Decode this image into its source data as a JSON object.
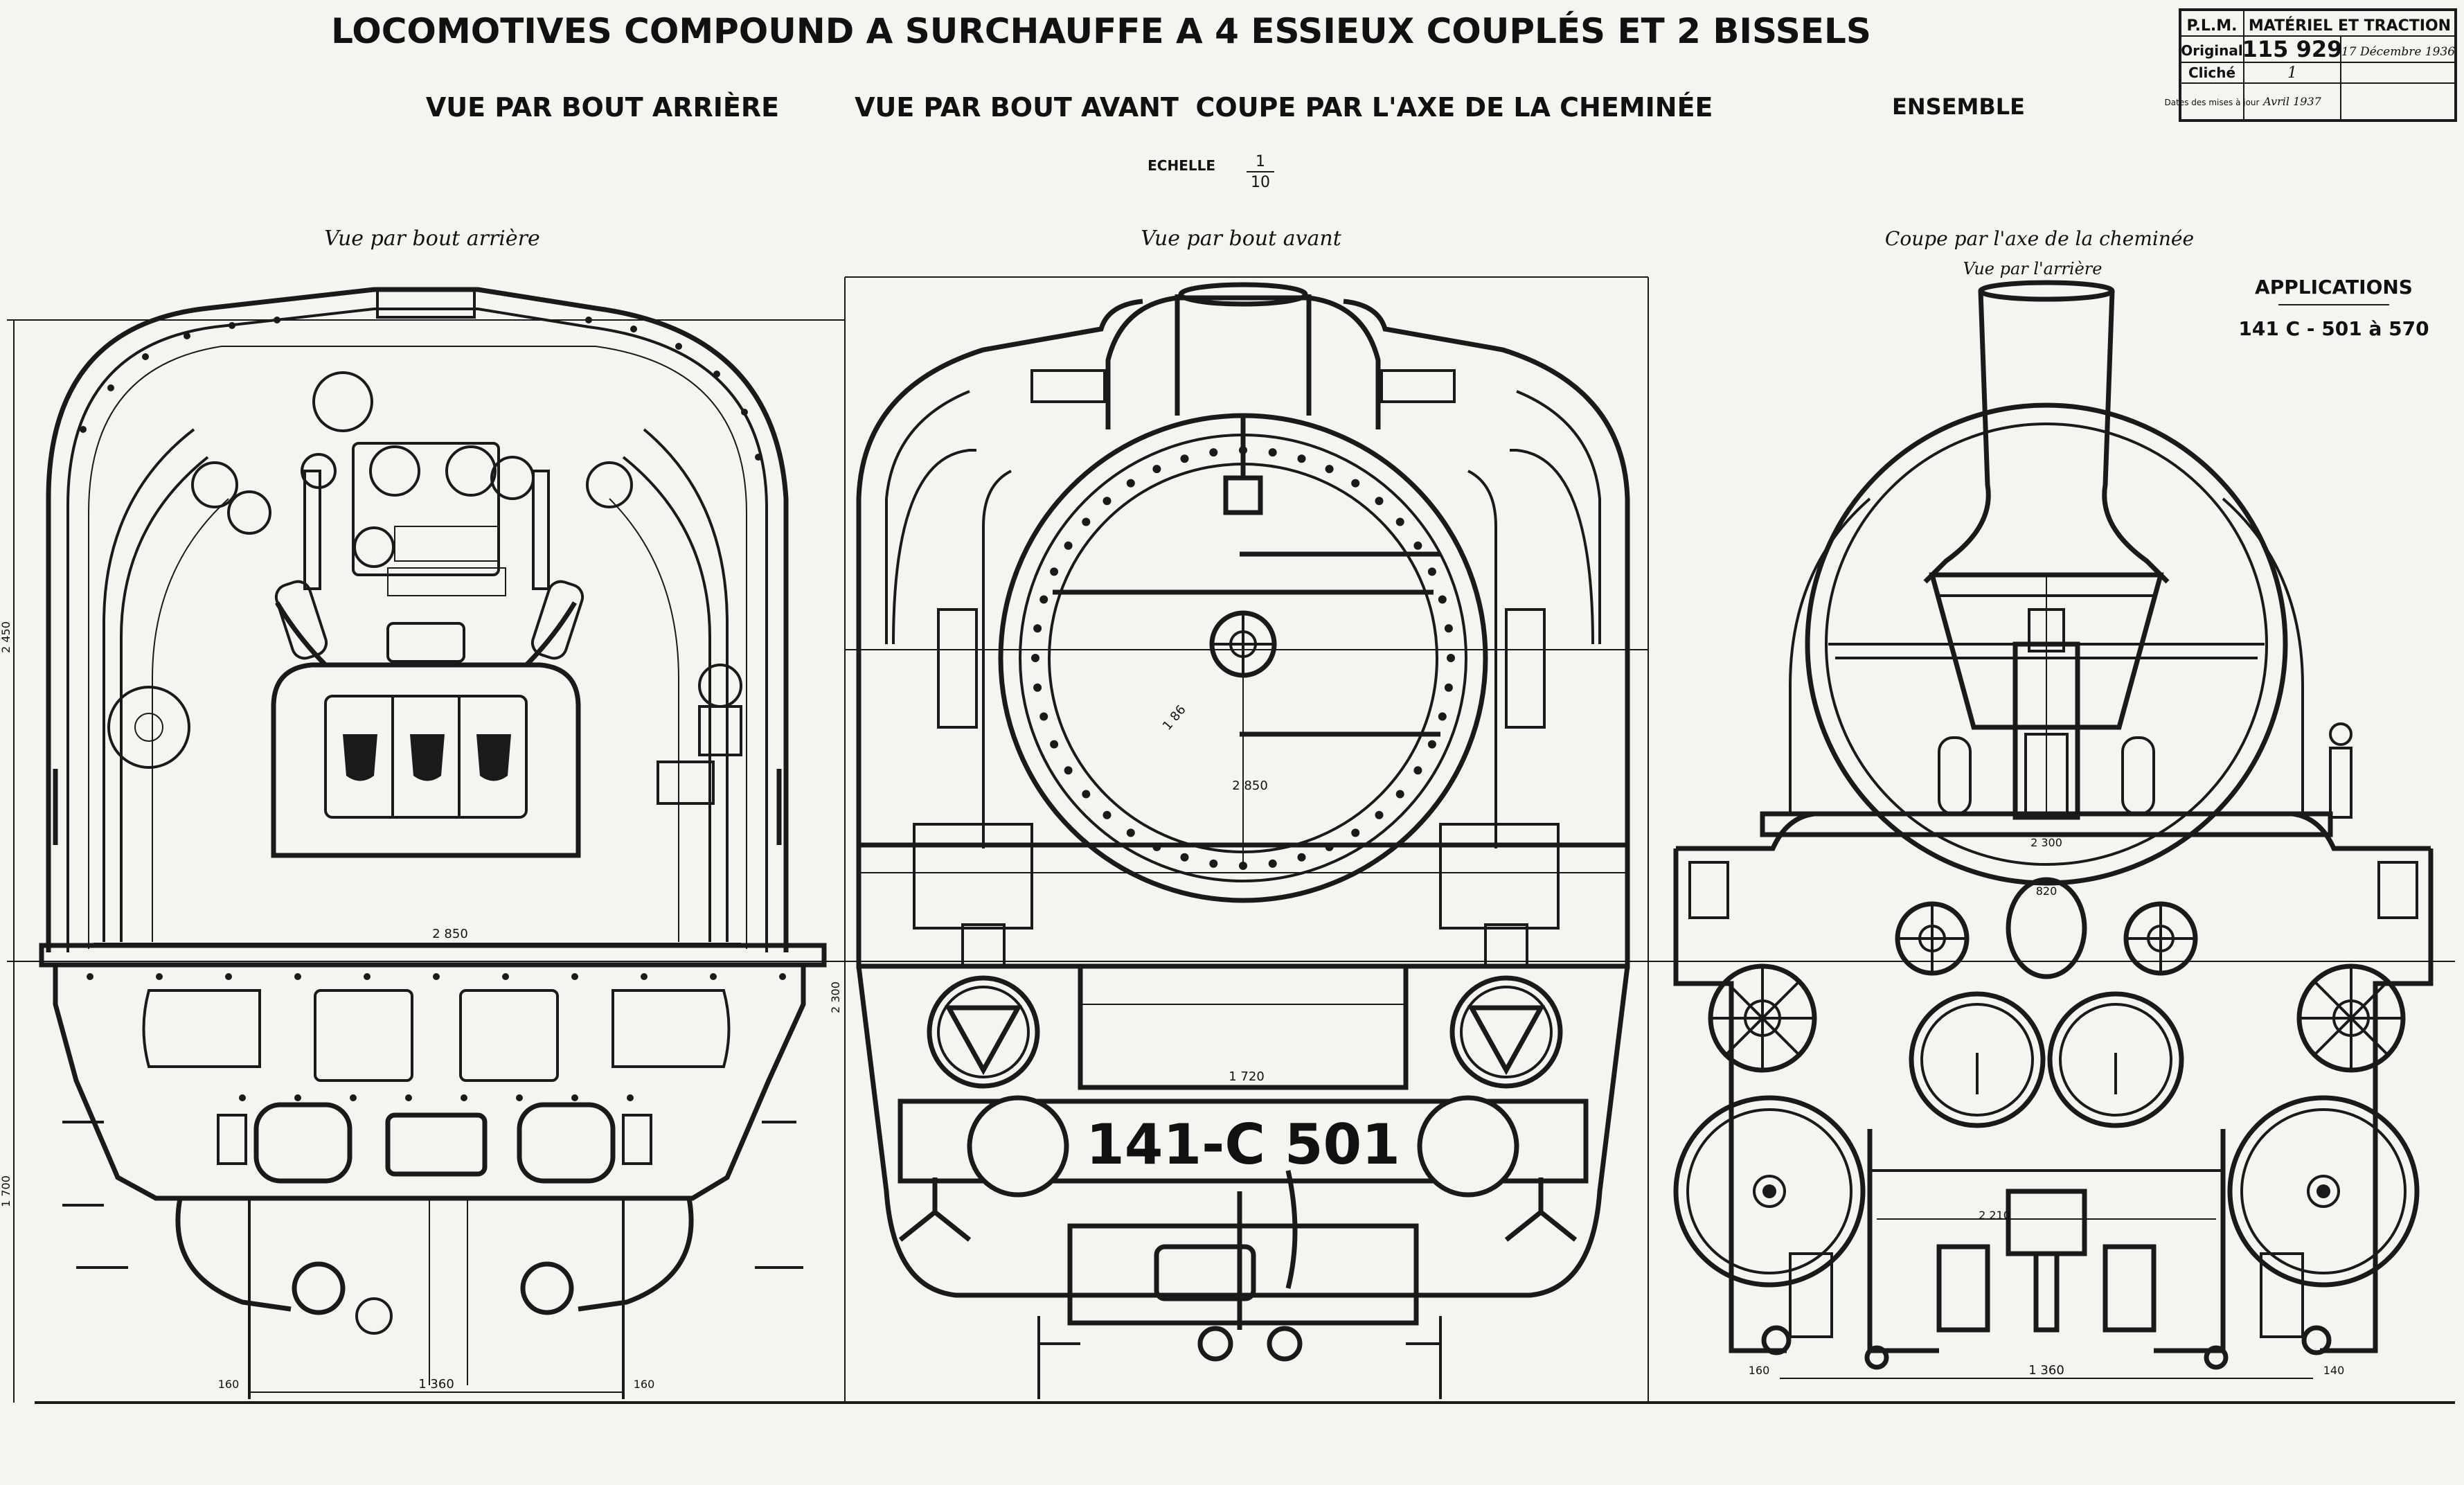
{
  "title": {
    "main": "LOCOMOTIVES COMPOUND A SURCHAUFFE A 4 ESSIEUX COUPLÉS ET 2 BISSELS",
    "views": [
      "VUE PAR BOUT ARRIÈRE",
      "VUE PAR BOUT AVANT",
      "COUPE PAR L'AXE DE LA CHEMINÉE",
      "ENSEMBLE"
    ],
    "scale_label": "ECHELLE",
    "scale_num": "1",
    "scale_den": "10"
  },
  "stamp": {
    "company": "P.L.M.",
    "department": "MATÉRIEL ET TRACTION",
    "original_label": "Original",
    "original_number": "115 929",
    "original_date": "17 Décembre 1936",
    "cliche_label": "Cliché",
    "cliche_value": "1",
    "dates_label": "Dates des mises à jour",
    "dates_values": "Avril 1937"
  },
  "views": {
    "rear": {
      "caption": "Vue par bout arrière"
    },
    "front": {
      "caption": "Vue par bout avant",
      "number_plate": "141-C 501"
    },
    "section": {
      "caption": "Coupe par l'axe de la cheminée",
      "subcaption": "Vue par l'arrière"
    }
  },
  "applications": {
    "heading": "APPLICATIONS",
    "value": "141 C - 501 à 570"
  },
  "dimensions": {
    "rear_width": "2 850",
    "rear_track": "1 360",
    "rear_side_left": "160",
    "rear_side_right": "160",
    "front_boiler": "1 86",
    "front_width": "2 850",
    "front_buffer": "1 720",
    "section_top": "2 300",
    "section_mid": "820",
    "section_axle": "2 210",
    "section_track": "1 360",
    "section_side_left": "160",
    "section_side_right": "140",
    "left_height": "2 450",
    "left_lower": "1 700",
    "mid_height": "2 300"
  }
}
